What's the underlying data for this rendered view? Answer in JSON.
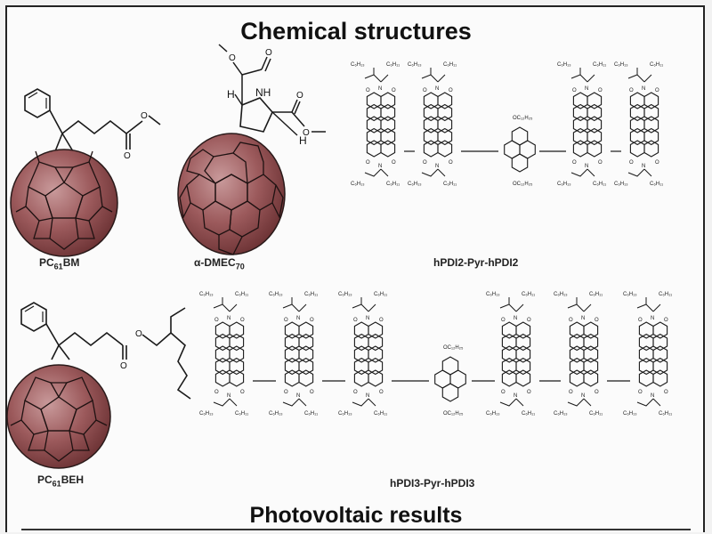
{
  "titles": {
    "top": "Chemical structures",
    "bottom": "Photovoltaic results"
  },
  "molecules": {
    "pc61bm": {
      "name": "PC",
      "sub": "61",
      "suffix": "BM"
    },
    "dmec70": {
      "greek": "α",
      "name": "-DMEC",
      "sub": "70"
    },
    "pdi2": {
      "name": "hPDI2-Pyr-hPDI2"
    },
    "pc61beh": {
      "name": "PC",
      "sub": "61",
      "suffix": "BEH"
    },
    "pdi3": {
      "name": "hPDI3-Pyr-hPDI3"
    }
  },
  "atom_labels": {
    "h": "H",
    "nh": "NH",
    "n": "N",
    "o": "O",
    "alkyl_a": "C₆H₁₃",
    "alkyl_b": "C₆H₁₁",
    "alkoxy": "OC₁₂H₂₅"
  },
  "colors": {
    "fullerene_fill": "#8c4a4c",
    "fullerene_light": "#c99a9b",
    "bond": "#1a1a1a"
  }
}
